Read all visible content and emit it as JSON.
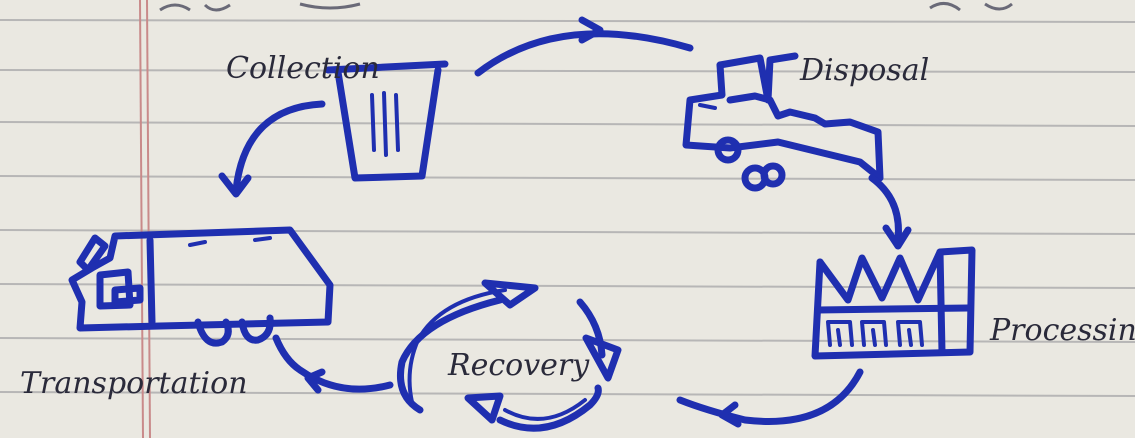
{
  "diagram": {
    "stages": {
      "collection": "Collection",
      "disposal": "Disposal",
      "processing": "Processing",
      "recovery": "Recovery",
      "transportation": "Transportation"
    }
  },
  "colors": {
    "ink": "#1f2fb0",
    "paper": "#eae8e1",
    "rule": "#b7b6b6",
    "margin": "#c98a8a",
    "pencil": "#2a2a3a"
  },
  "icons": [
    "trash-bin-icon",
    "dump-truck-icon",
    "factory-icon",
    "garbage-truck-icon",
    "recycle-arrows-icon"
  ]
}
